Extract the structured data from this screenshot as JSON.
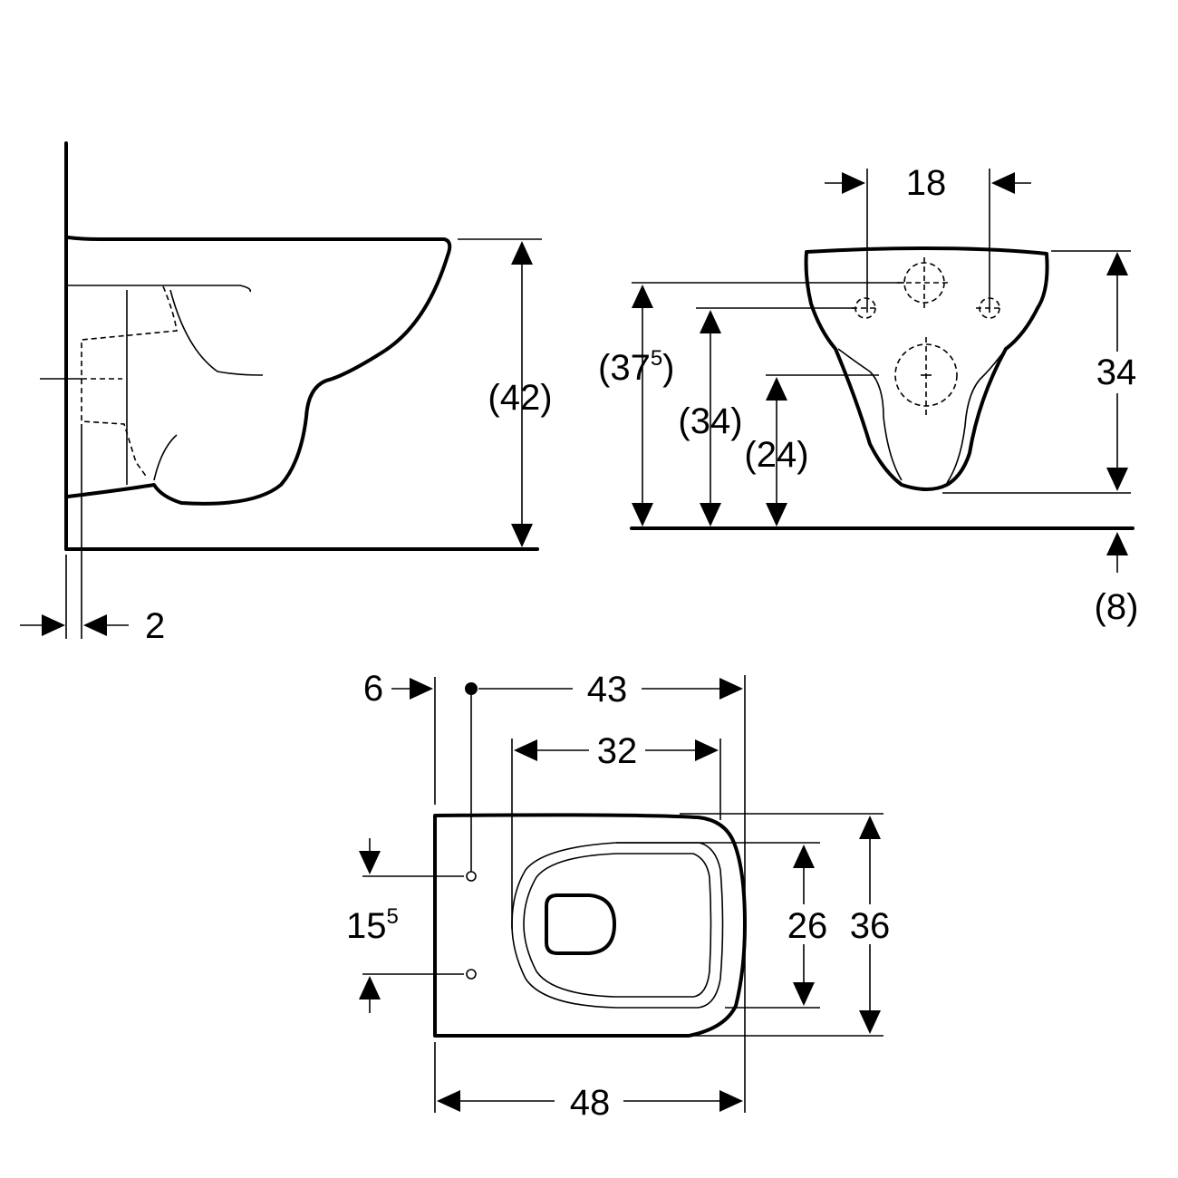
{
  "side_view": {
    "height": "(42)",
    "wall_offset": "2"
  },
  "front_view": {
    "bolt_spacing": "18",
    "height_375_base": "(37",
    "height_375_sup": "5",
    "height_375_close": ")",
    "height_34_inner": "(34)",
    "height_24": "(24)",
    "body_height": "34",
    "floor_gap": "(8)"
  },
  "top_view": {
    "offset_6": "6",
    "span_43": "43",
    "bowl_width_32": "32",
    "hole_spacing_base": "15",
    "hole_spacing_sup": "5",
    "bowl_depth_26": "26",
    "body_depth_36": "36",
    "overall_length_48": "48"
  }
}
